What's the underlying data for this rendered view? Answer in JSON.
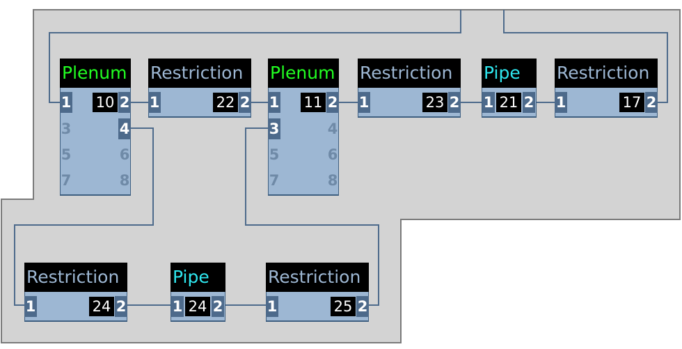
{
  "colors": {
    "background_panel": "#d3d3d3",
    "wire": "#4d6a8b",
    "block_body": "#9db7d3",
    "plenum_title": "#22ff22",
    "pipe_title": "#2ee6ee",
    "restriction_title": "#9db7d3"
  },
  "blocks": {
    "plenum10": {
      "title": "Plenum",
      "id": "10",
      "ports": [
        "1",
        "2",
        "3",
        "4",
        "5",
        "6",
        "7",
        "8"
      ]
    },
    "restriction22": {
      "title": "Restriction",
      "id": "22",
      "ports": [
        "1",
        "2"
      ]
    },
    "plenum11": {
      "title": "Plenum",
      "id": "11",
      "ports": [
        "1",
        "2",
        "3",
        "4",
        "5",
        "6",
        "7",
        "8"
      ]
    },
    "restriction23": {
      "title": "Restriction",
      "id": "23",
      "ports": [
        "1",
        "2"
      ]
    },
    "pipe21": {
      "title": "Pipe",
      "id": "21",
      "ports": [
        "1",
        "2"
      ]
    },
    "restriction17": {
      "title": "Restriction",
      "id": "17",
      "ports": [
        "1",
        "2"
      ]
    },
    "restriction24": {
      "title": "Restriction",
      "id": "24",
      "ports": [
        "1",
        "2"
      ]
    },
    "pipe24": {
      "title": "Pipe",
      "id": "24",
      "ports": [
        "1",
        "2"
      ]
    },
    "restriction25": {
      "title": "Restriction",
      "id": "25",
      "ports": [
        "1",
        "2"
      ]
    }
  }
}
